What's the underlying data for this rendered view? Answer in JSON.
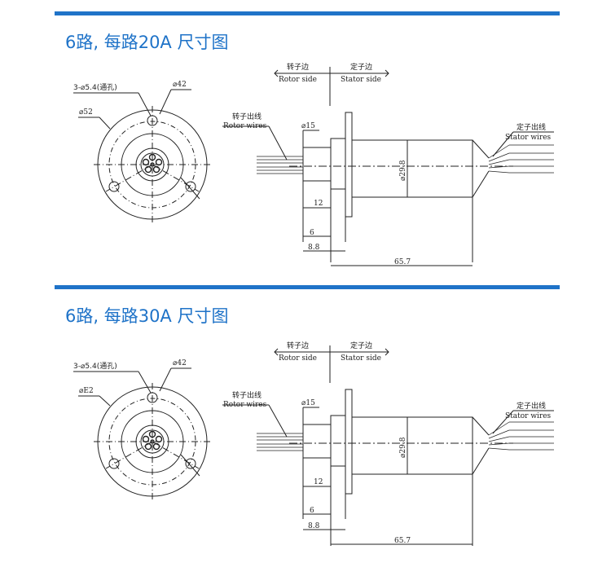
{
  "sections": [
    {
      "title": "6路, 每路20A 尺寸图",
      "front": {
        "holes": "3-⌀5.4(通孔)",
        "d_inner": "⌀42",
        "d_outer": "⌀52"
      },
      "side": {
        "rotor_side_cn": "转子边",
        "rotor_side_en": "Rotor side",
        "stator_side_cn": "定子边",
        "stator_side_en": "Stator side",
        "rotor_wires_cn": "转子出线",
        "rotor_wires_en": "Rotor wires",
        "stator_wires_cn": "定子出线",
        "stator_wires_en": "Stator wires",
        "d_shaft": "⌀15",
        "d_body": "⌀29.8",
        "len_12": "12",
        "len_6": "6",
        "len_8_8": "8.8",
        "len_total": "65.7"
      }
    },
    {
      "title": "6路, 每路30A 尺寸图",
      "front": {
        "holes": "3-⌀5.4(通孔)",
        "d_inner": "⌀42",
        "d_outer": "⌀E2"
      },
      "side": {
        "rotor_side_cn": "转子边",
        "rotor_side_en": "Rotor side",
        "stator_side_cn": "定子边",
        "stator_side_en": "Stator side",
        "rotor_wires_cn": "转子出线",
        "rotor_wires_en": "Rotor wires",
        "stator_wires_cn": "定子出线",
        "stator_wires_en": "Stator wires",
        "d_shaft": "⌀15",
        "d_body": "⌀29.8",
        "len_12": "12",
        "len_6": "6",
        "len_8_8": "8.8",
        "len_total": "65.7"
      }
    }
  ],
  "colors": {
    "accent": "#1f73c8",
    "line": "#222222"
  }
}
